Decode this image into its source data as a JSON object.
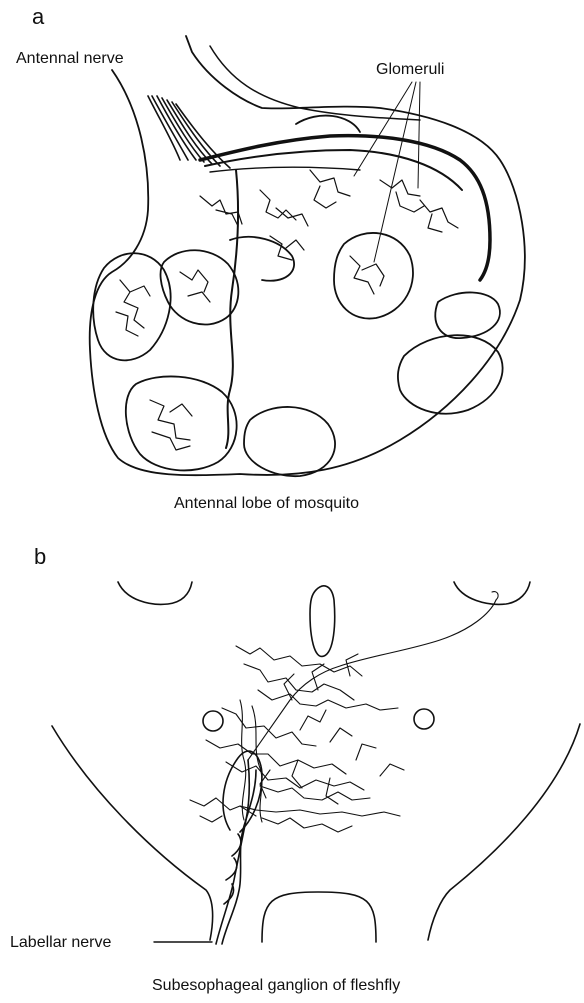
{
  "panel_a": {
    "letter": "a",
    "labels": {
      "antennal_nerve": "Antennal nerve",
      "glomeruli": "Glomeruli"
    },
    "caption": "Antennal lobe of mosquito"
  },
  "panel_b": {
    "letter": "b",
    "labels": {
      "labellar_nerve": "Labellar nerve"
    },
    "caption": "Subesophageal ganglion of fleshfly"
  }
}
